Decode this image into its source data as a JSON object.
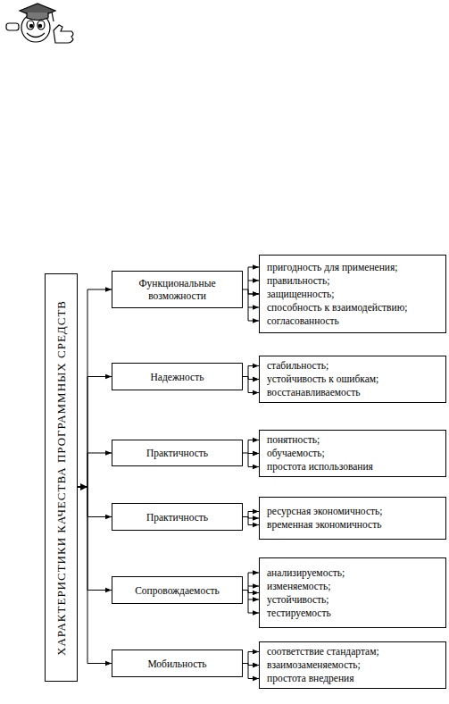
{
  "diagram": {
    "nodes": [
      {
        "text": [
          "ХАРАКТЕРИСТИКИ КАЧЕСТВА ПРОГРАММНЫХ СРЕДСТВ"
        ]
      },
      {
        "text": [
          "Функциональные возможности"
        ]
      },
      {
        "text": [
          "пригодность для применения;",
          "правильность;",
          "защищенность;",
          "способность к взаимодействию;",
          "согласованность"
        ]
      },
      {
        "text": [
          "Надежность"
        ]
      },
      {
        "text": [
          "стабильность;",
          "устойчивость к ошибкам;",
          "восстанавливаемость"
        ]
      },
      {
        "text": [
          "Практичность"
        ]
      },
      {
        "text": [
          "понятность;",
          "обучаемость;",
          "простота использования"
        ]
      },
      {
        "text": [
          "Практичность"
        ]
      },
      {
        "text": [
          "ресурсная экономичность;",
          "временная экономичность"
        ]
      },
      {
        "text": [
          "Сопровождаемость"
        ]
      },
      {
        "text": [
          "анализируемость;",
          "изменяемость;",
          "устойчивость;",
          "тестируемость"
        ]
      },
      {
        "text": [
          "Мобильность"
        ]
      },
      {
        "text": [
          "соответствие стандартам;",
          "взаимозаменяемость;",
          "простота внедрения"
        ]
      }
    ],
    "edges": [
      {
        "from": 0,
        "to": 1,
        "arrow": "to"
      },
      {
        "from": 0,
        "to": 3,
        "arrow": "to"
      },
      {
        "from": 0,
        "to": 5,
        "arrow": "to"
      },
      {
        "from": 0,
        "to": 7,
        "arrow": "to"
      },
      {
        "from": 0,
        "to": 9,
        "arrow": "to"
      },
      {
        "from": 0,
        "to": 11,
        "arrow": "to"
      },
      {
        "from": 1,
        "to": 2,
        "arrow": "to"
      },
      {
        "from": 3,
        "to": 4,
        "arrow": "to"
      },
      {
        "from": 5,
        "to": 6,
        "arrow": "to"
      },
      {
        "from": 7,
        "to": 8,
        "arrow": "to"
      },
      {
        "from": 9,
        "to": 10,
        "arrow": "to"
      },
      {
        "from": 11,
        "to": 12,
        "arrow": "to"
      }
    ]
  }
}
